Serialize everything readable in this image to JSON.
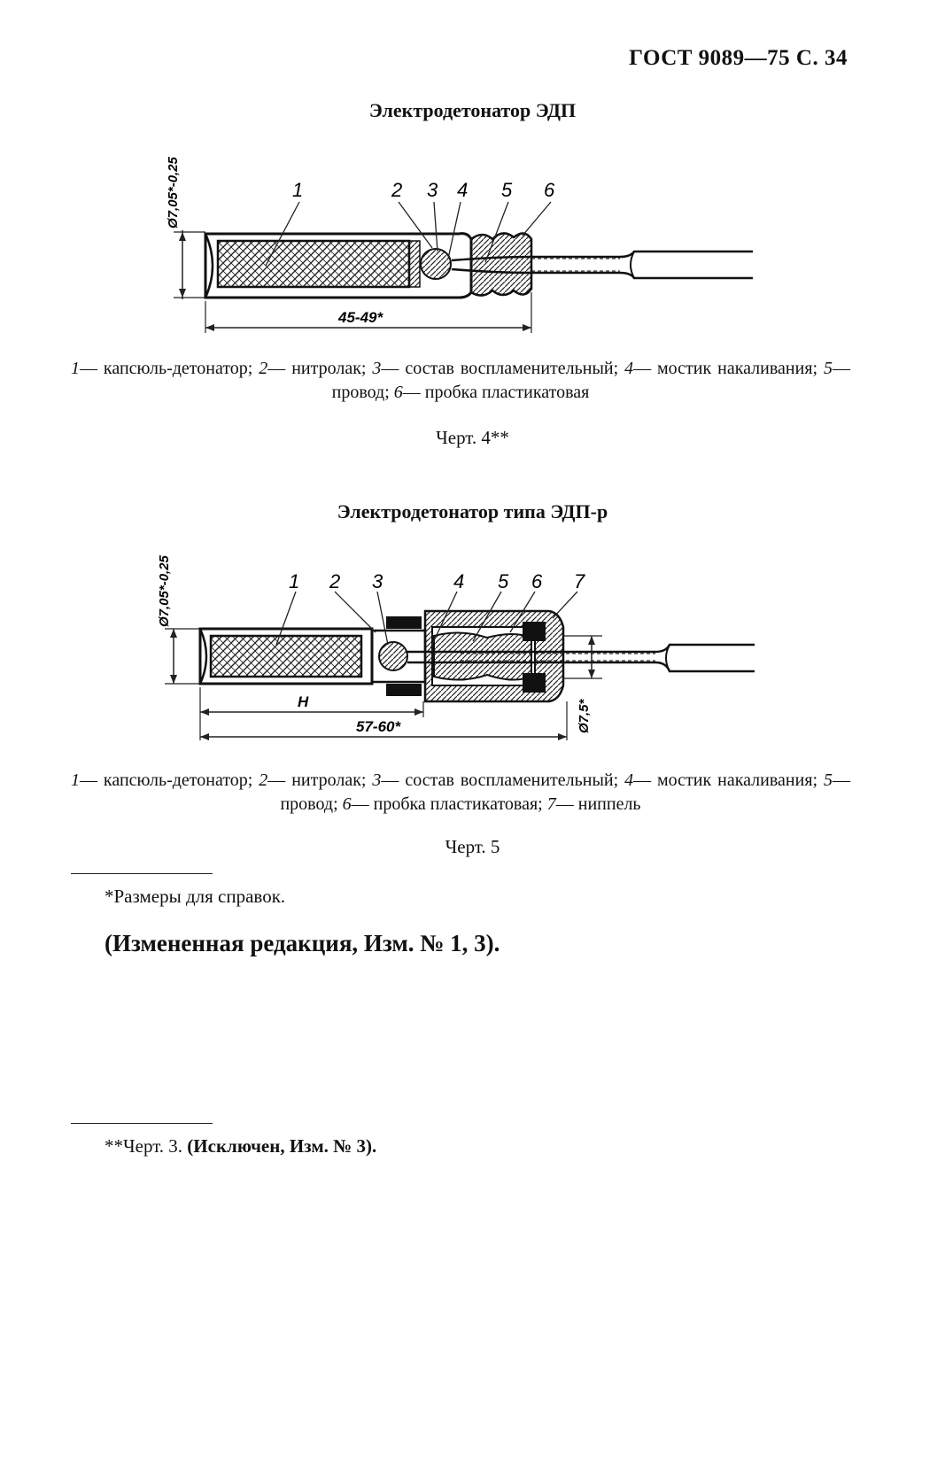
{
  "header": {
    "gost": "ГОСТ 9089—75 С. 34"
  },
  "figure4": {
    "title": "Электродетонатор ЭДП",
    "labels": [
      "1",
      "2",
      "3",
      "4",
      "5",
      "6"
    ],
    "dim_diameter": "Ø7,05*-0,25",
    "dim_length": "45-49*",
    "legend": [
      {
        "num": "1",
        "text": "— капсюль-детонатор; "
      },
      {
        "num": "2",
        "text": "— нитролак; "
      },
      {
        "num": "3",
        "text": "— состав воспламенительный; "
      },
      {
        "num": "4",
        "text": "— мостик накаливания; "
      },
      {
        "num": "5",
        "text": "— провод; "
      },
      {
        "num": "6",
        "text": "— пробка пластикатовая"
      }
    ],
    "chert": "Черт. 4**"
  },
  "figure5": {
    "title": "Электродетонатор типа ЭДП-р",
    "labels": [
      "1",
      "2",
      "3",
      "4",
      "5",
      "6",
      "7"
    ],
    "dim_diameter": "Ø7,05*-0,25",
    "dim_h": "H",
    "dim_length": "57-60*",
    "dim_diameter2": "Ø7,5*",
    "legend": [
      {
        "num": "1",
        "text": "— капсюль-детонатор; "
      },
      {
        "num": "2",
        "text": "— нитролак; "
      },
      {
        "num": "3",
        "text": "— состав воспламенительный; "
      },
      {
        "num": "4",
        "text": "— мостик накаливания; "
      },
      {
        "num": "5",
        "text": "— провод; "
      },
      {
        "num": "6",
        "text": "— пробка пластикатовая; "
      },
      {
        "num": "7",
        "text": "— ниппель"
      }
    ],
    "chert": "Черт. 5"
  },
  "footnotes": {
    "note1": "*Размеры для справок.",
    "note2": "(Измененная редакция, Изм. № 1, 3).",
    "note3_prefix": "**Черт. 3. ",
    "note3_bold": "(Исключен, Изм. № 3)."
  }
}
